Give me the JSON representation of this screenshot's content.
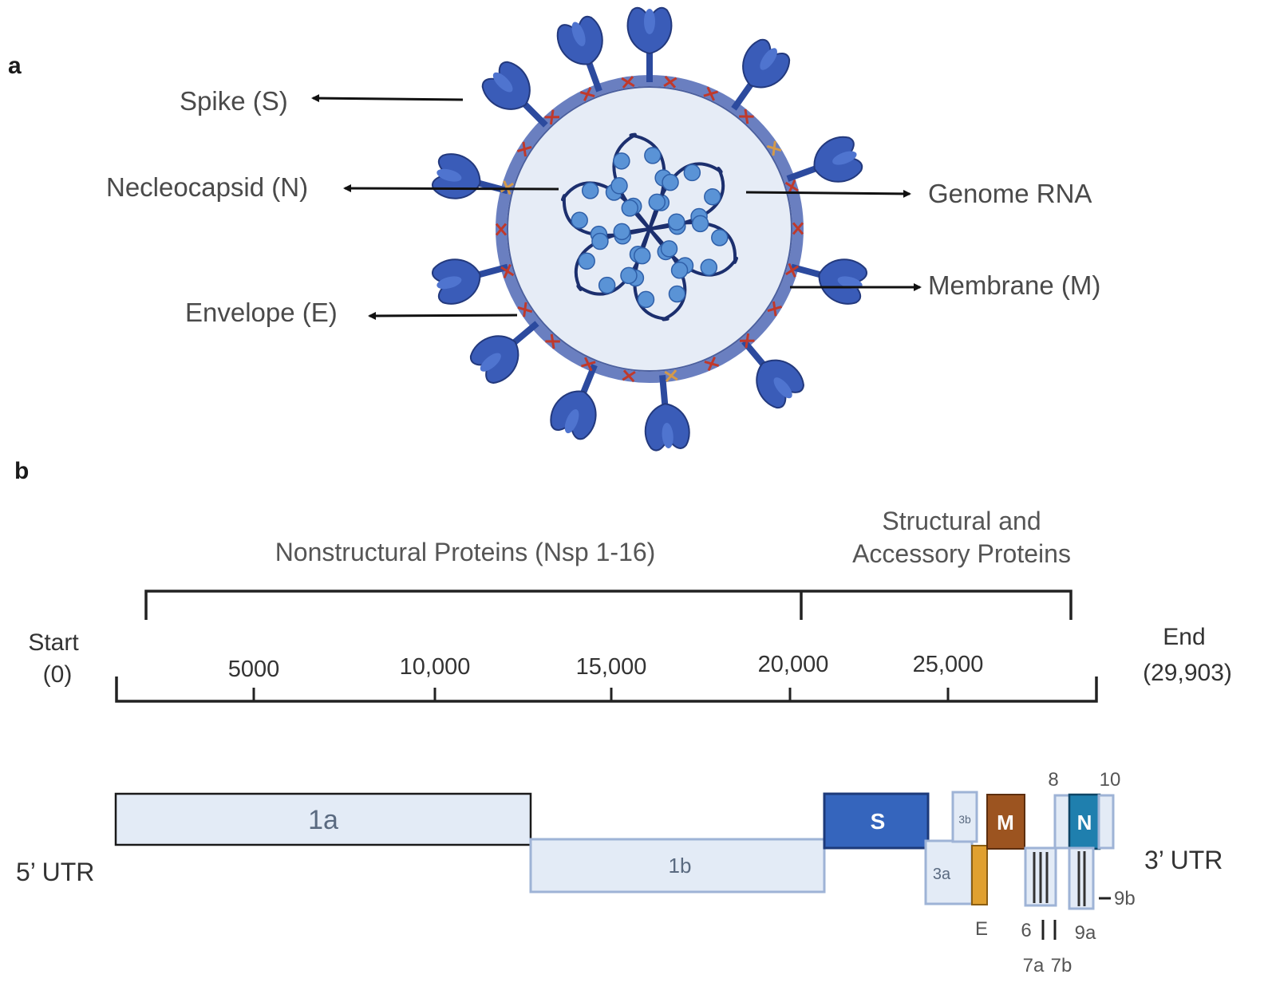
{
  "panel_a": {
    "letter": "a",
    "labels": {
      "spike": "Spike (S)",
      "nucleocapsid": "Necleocapsid (N)",
      "envelope": "Envelope (E)",
      "genome": "Genome RNA",
      "membrane": "Membrane (M)"
    },
    "colors": {
      "spike": "#3a5cb8",
      "membrane_ring": "#6a7fc0",
      "interior": "#e6ecf6",
      "rna": "#1c2f6e",
      "nucleocapsid_bead": "#5a93d6",
      "membrane_protein": "#c0392b",
      "envelope_protein": "#d49a4a"
    }
  },
  "panel_b": {
    "letter": "b",
    "brackets": {
      "nonstructural": "Nonstructural Proteins (Nsp 1-16)",
      "structural_line1": "Structural and",
      "structural_line2": "Accessory Proteins"
    },
    "axis": {
      "start_line1": "Start",
      "start_line2": "(0)",
      "end_line1": "End",
      "end_line2": "(29,903)",
      "ticks": [
        "5000",
        "10,000",
        "15,000",
        "20,000",
        "25,000"
      ]
    },
    "utr": {
      "five": "5’ UTR",
      "three": "3’ UTR"
    },
    "genes": {
      "g1a": "1a",
      "g1b": "1b",
      "S": "S",
      "g3a": "3a",
      "g3b": "3b",
      "E": "E",
      "M": "M",
      "N": "N",
      "g6": "6",
      "g7a": "7a",
      "g7b": "7b",
      "g8": "8",
      "g9a": "9a",
      "g9b": "9b",
      "g10": "10"
    },
    "colors": {
      "light_box": "#e3ebf6",
      "light_border": "#9eb3d6",
      "S": "#3565bd",
      "M": "#9c5420",
      "E": "#e0a030",
      "N": "#1f7fae"
    }
  }
}
